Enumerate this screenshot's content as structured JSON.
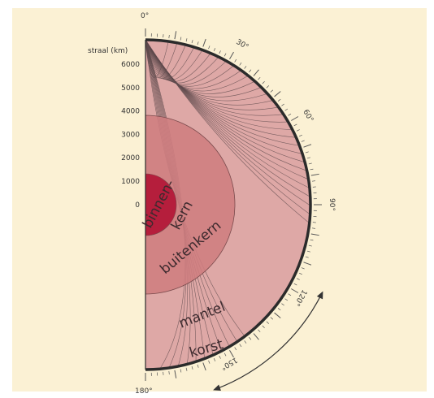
{
  "colors": {
    "panel": "#fbf1d4",
    "mantle": "#dea8a6",
    "outer_core": "#cf7d7f",
    "inner_core": "#b51e3c",
    "outline": "#7a4a4c",
    "rays": "#5e4a4c",
    "crust": "#2b2b2b",
    "ticks": "#555555"
  },
  "axis": {
    "title": "straal (km)",
    "ticks": [
      "6000",
      "5000",
      "4000",
      "3000",
      "2000",
      "1000",
      "0"
    ]
  },
  "angles": {
    "top": "0°",
    "bottom": "180°",
    "marks": [
      "30°",
      "60°",
      "90°",
      "120°",
      "150°"
    ]
  },
  "layers": {
    "inner_core_1": "binnen-",
    "inner_core_2": "kern",
    "outer_core": "buitenkern",
    "mantle": "mantel",
    "crust": "korst"
  }
}
